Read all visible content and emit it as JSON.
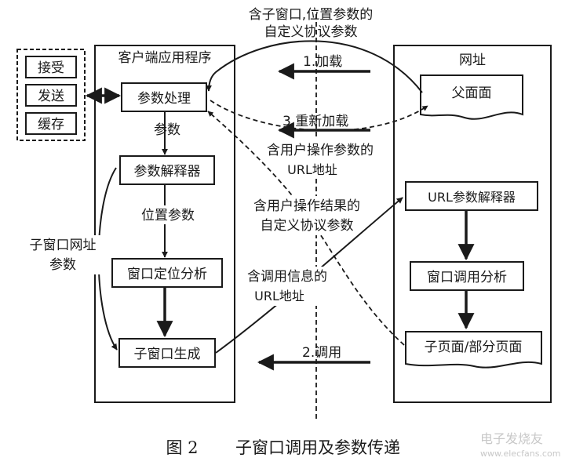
{
  "labels": {
    "custom_protocol_top_line1": "含子窗口,位置参数的",
    "custom_protocol_top_line2": "自定义协议参数",
    "client_app": "客户端应用程序",
    "url_panel": "网址",
    "receive": "接受",
    "send": "发送",
    "cache": "缓存",
    "param_processing": "参数处理",
    "param_label": "参数",
    "param_parser": "参数解释器",
    "position_param": "位置参数",
    "window_positioning": "窗口定位分析",
    "subwindow_generation": "子窗口生成",
    "subwindow_url_param_line1": "子窗口网址",
    "subwindow_url_param_line2": "参数",
    "load": "1.加载",
    "reload": "3.重新加载",
    "user_op_url_line1": "含用户操作参数的",
    "user_op_url_line2": "URL地址",
    "user_result_line1": "含用户操作结果的",
    "user_result_line2": "自定义协议参数",
    "call_info_url_line1": "含调用信息的",
    "call_info_url_line2": "URL地址",
    "call": "2.调用",
    "parent_page": "父面面",
    "url_param_parser": "URL参数解释器",
    "window_call_analysis": "窗口调用分析",
    "subpage": "子页面/部分页面"
  },
  "caption": {
    "figure_no": "图 2",
    "title": "子窗口调用及参数传递"
  },
  "watermark": {
    "line1": "电子发烧友",
    "line2": "www.elecfans.com"
  }
}
